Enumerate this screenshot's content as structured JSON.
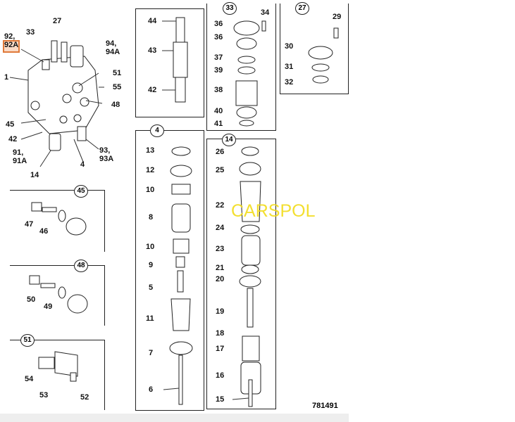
{
  "main_view": {
    "labels": [
      "92,\n92A",
      "33",
      "27",
      "94,\n94A",
      "1",
      "51",
      "55",
      "48",
      "45",
      "42",
      "91,\n91A",
      "14",
      "4",
      "93,\n93A"
    ]
  },
  "panel_44": {
    "labels": [
      "44",
      "43",
      "42"
    ]
  },
  "panel_33": {
    "badge": "33",
    "labels": [
      "34",
      "36",
      "36",
      "37",
      "39",
      "38",
      "40",
      "41"
    ]
  },
  "panel_27": {
    "badge": "27",
    "labels": [
      "29",
      "30",
      "31",
      "32"
    ]
  },
  "panel_4": {
    "badge": "4",
    "labels": [
      "13",
      "12",
      "10",
      "8",
      "10",
      "9",
      "5",
      "11",
      "7",
      "6"
    ]
  },
  "panel_14": {
    "badge": "14",
    "labels": [
      "26",
      "25",
      "22",
      "24",
      "23",
      "21",
      "20",
      "19",
      "18",
      "17",
      "16",
      "15"
    ]
  },
  "panel_45": {
    "badge": "45",
    "labels": [
      "47",
      "46"
    ]
  },
  "panel_48": {
    "badge": "48",
    "labels": [
      "50",
      "49"
    ]
  },
  "panel_51": {
    "badge": "51",
    "labels": [
      "54",
      "53",
      "52"
    ]
  },
  "watermark": "CARSPOL",
  "figure_ref": "781491",
  "colors": {
    "highlight": "#e07a3a",
    "watermark": "#f2dc1a"
  }
}
